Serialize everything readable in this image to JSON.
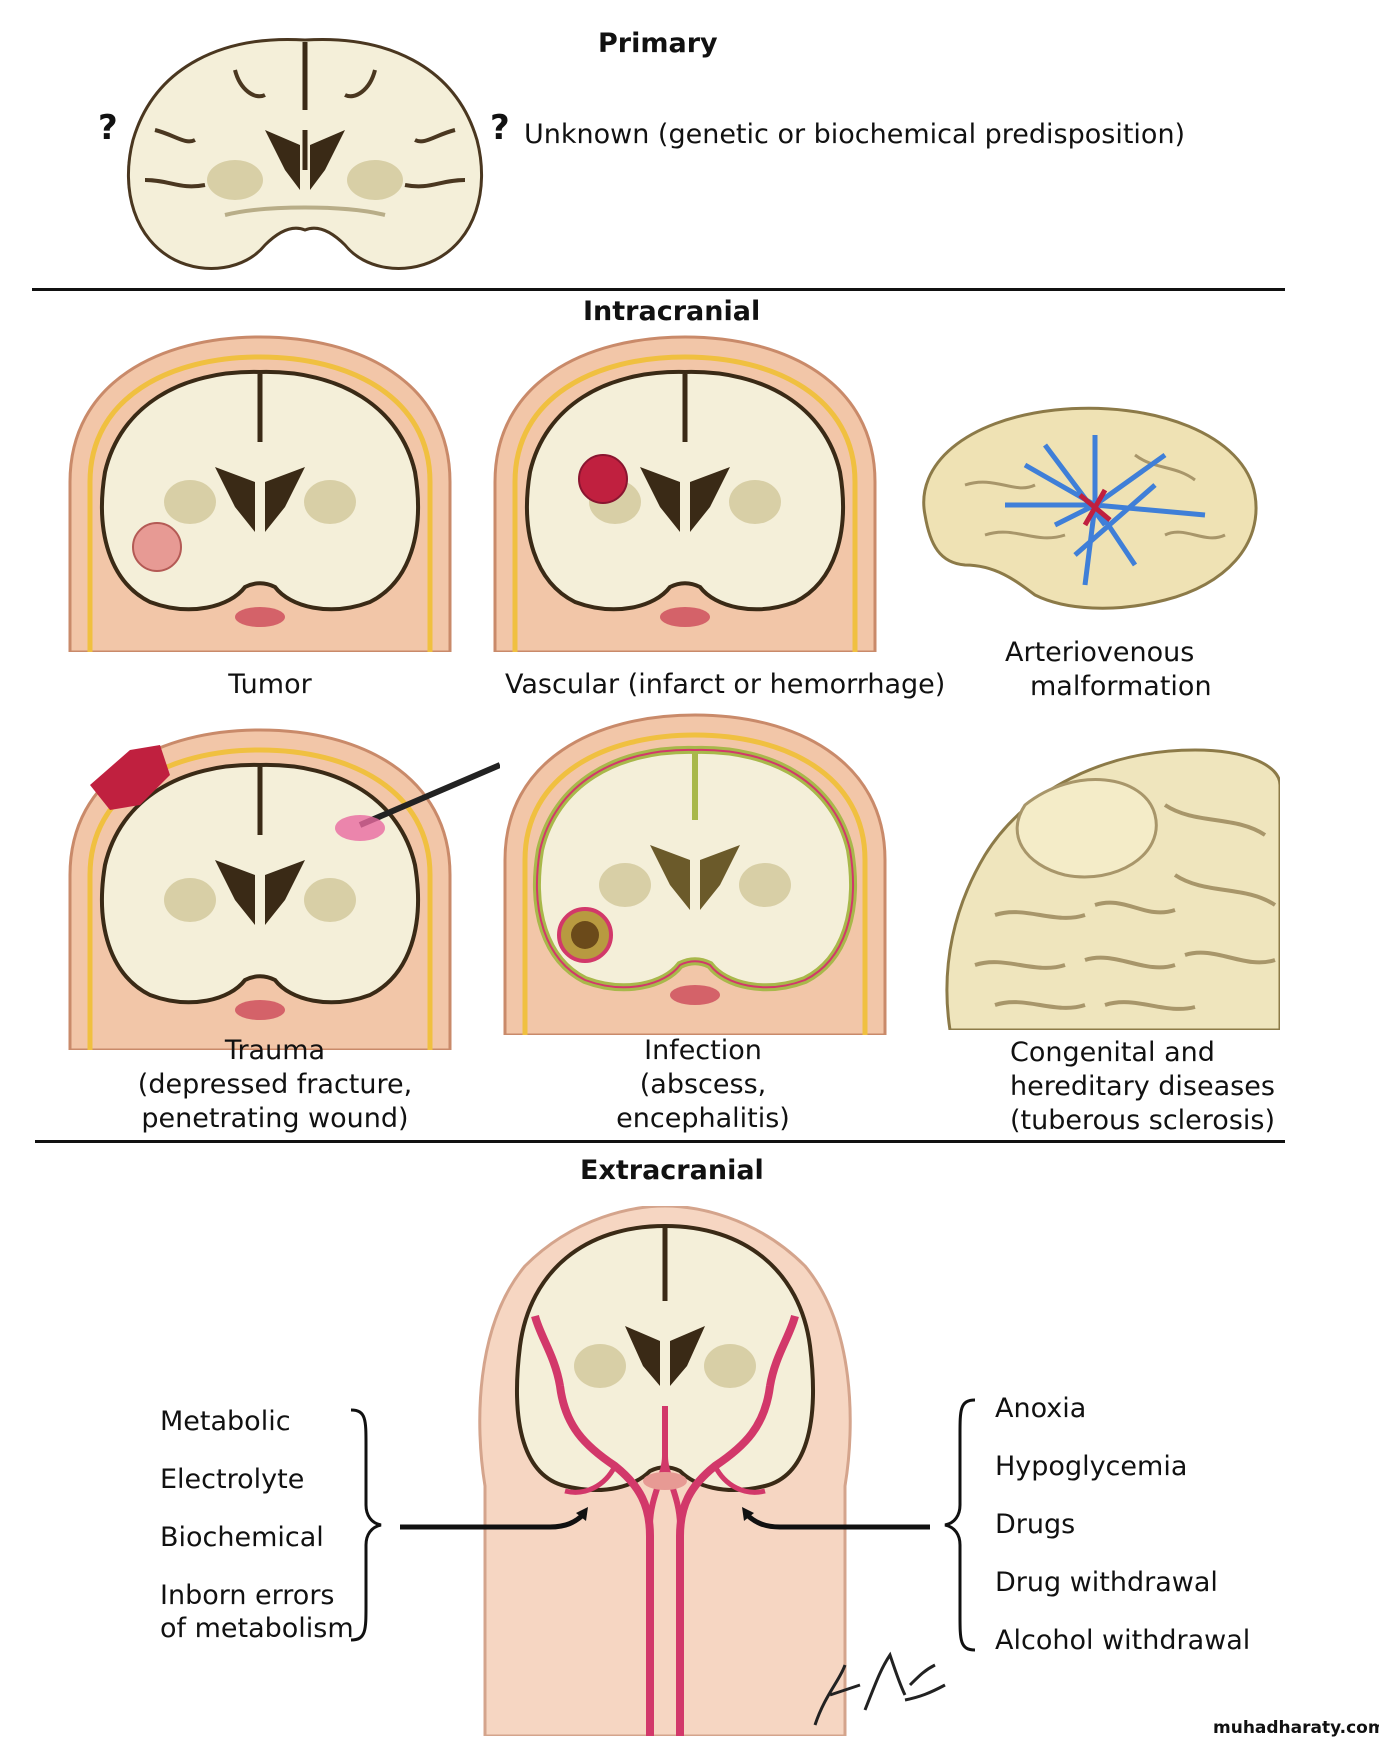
{
  "sections": {
    "primary": {
      "title": "Primary",
      "question_left": "?",
      "question_right": "?",
      "description": "Unknown (genetic or biochemical predisposition)"
    },
    "intracranial": {
      "title": "Intracranial",
      "tumor": "Tumor",
      "vascular": "Vascular (infarct or hemorrhage)",
      "avm_line1": "Arteriovenous",
      "avm_line2": "malformation",
      "trauma_line1": "Trauma",
      "trauma_line2": "(depressed fracture,",
      "trauma_line3": "penetrating wound)",
      "infection_line1": "Infection",
      "infection_line2": "(abscess,",
      "infection_line3": "encephalitis)",
      "congenital_line1": "Congenital and",
      "congenital_line2": "hereditary diseases",
      "congenital_line3": "(tuberous sclerosis)"
    },
    "extracranial": {
      "title": "Extracranial",
      "left_items": [
        "Metabolic",
        "Electrolyte",
        "Biochemical",
        "Inborn errors",
        "of metabolism"
      ],
      "right_items": [
        "Anoxia",
        "Hypoglycemia",
        "Drugs",
        "Drug withdrawal",
        "Alcohol withdrawal"
      ]
    }
  },
  "signature": "F. Netter M.D.",
  "watermark": "muhadharaty.com",
  "colors": {
    "brain_fill": "#f4efd9",
    "brain_outline": "#3a2a16",
    "scalp": "#f2c6a8",
    "vessel": "#d2386a",
    "blood": "#c0203f",
    "avm_blue": "#3f7fd8",
    "tumor": "#e79a94",
    "surface": "#efe2b4"
  }
}
